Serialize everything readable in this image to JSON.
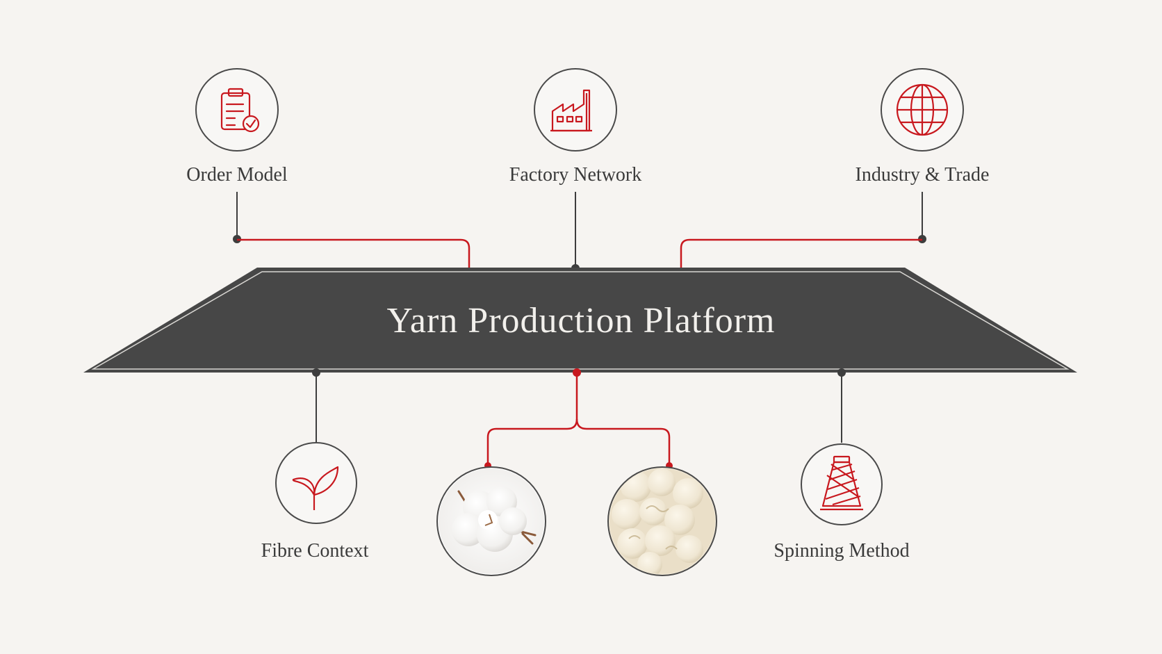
{
  "platform": {
    "title": "Yarn  Production Platform"
  },
  "nodes": {
    "order_model": {
      "label": "Order Model",
      "icon": "clipboard-check-icon"
    },
    "factory_network": {
      "label": "Factory Network",
      "icon": "factory-icon"
    },
    "industry_trade": {
      "label": "Industry & Trade",
      "icon": "globe-icon"
    },
    "fibre_context": {
      "label": "Fibre Context",
      "icon": "sprout-icon"
    },
    "cotton_image": {
      "icon": "cotton-boll-image"
    },
    "wool_image": {
      "icon": "wool-fibre-image"
    },
    "spinning_method": {
      "label": "Spinning Method",
      "icon": "yarn-cone-icon"
    }
  },
  "colors": {
    "accent": "#c8181e",
    "dark": "#474747",
    "line": "#3d3d3d",
    "background": "#f6f4f1"
  }
}
